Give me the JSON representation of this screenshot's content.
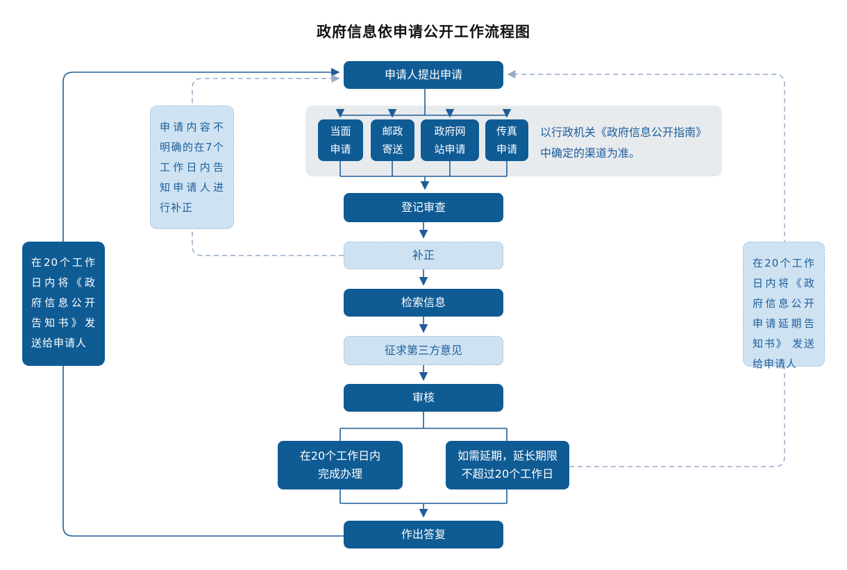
{
  "title": "政府信息依申请公开工作流程图",
  "colors": {
    "node_dark": "#0f5b94",
    "node_light_fill": "#cfe2f2",
    "node_light_border": "#a5c3df",
    "panel_gray": "#e8ebee",
    "line_solid": "#1f5c99",
    "line_dashed": "#95abc7",
    "text_on_dark": "#ffffff",
    "text_blue": "#1b5e9b"
  },
  "flow": {
    "start": "申请人提出申请",
    "channels": [
      {
        "label": "当面\n申请"
      },
      {
        "label": "邮政\n寄送"
      },
      {
        "label": "政府网\n站申请"
      },
      {
        "label": "传真\n申请"
      }
    ],
    "channel_note": "以行政机关《政府信息公开指南》\n中确定的渠道为准。",
    "register": "登记审查",
    "supplement": "补正",
    "search": "检索信息",
    "third_party": "征求第三方意见",
    "review": "审核",
    "complete": "在20个工作日内\n完成办理",
    "extend": "如需延期，延长期限\n不超过20个工作日",
    "reply": "作出答复"
  },
  "annotations": {
    "left_notice": "在20个工作日内将《政府信息公开告知书》发送给申请人",
    "left_supplement": "申请内容不明确的在7个工作日内告知申请人进行补正",
    "right_extension": "在20个工作日内将《政府信息公开申请延期告知书》 发送给申请人"
  }
}
